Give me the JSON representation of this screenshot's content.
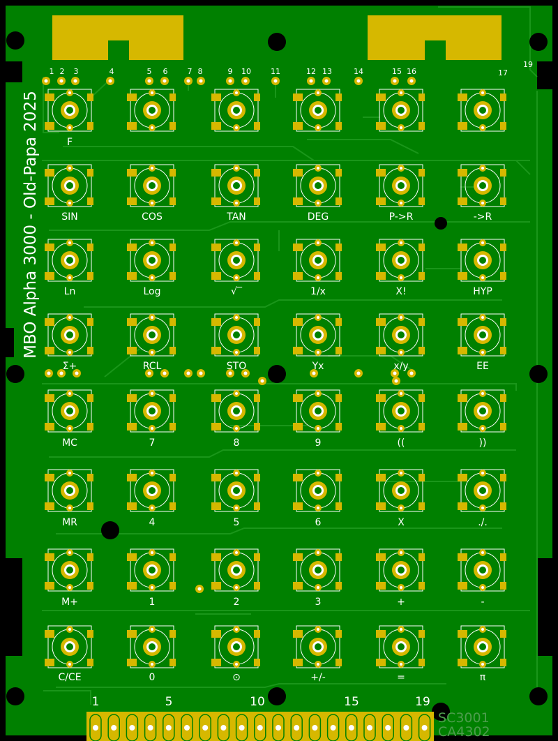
{
  "board": {
    "title": "MBO Alpha 3000 - Old-Papa 2025",
    "codes": [
      "SC3001",
      "CA4302"
    ],
    "colors": {
      "substrate": "#008000",
      "copper": "#d6b800",
      "trace": "#1a961a",
      "silk": "#ffffff",
      "cutout": "#000000"
    }
  },
  "pin_numbers": [
    "1",
    "2",
    "3",
    "4",
    "5",
    "6",
    "7",
    "8",
    "9",
    "10",
    "11",
    "12",
    "13",
    "14",
    "15",
    "16",
    "17",
    "19"
  ],
  "keys": [
    "F",
    "",
    "",
    "",
    "",
    "",
    "SIN",
    "COS",
    "TAN",
    "DEG",
    "P->R",
    "->R",
    "Ln",
    "Log",
    "√‾",
    "1/x",
    "X!",
    "HYP",
    "Σ+",
    "RCL",
    "STO",
    "Yx",
    "x/y",
    "EE",
    "MC",
    "7",
    "8",
    "9",
    "((",
    "))",
    "MR",
    "4",
    "5",
    "6",
    "X",
    "./.",
    "M+",
    "1",
    "2",
    "3",
    "+",
    "-",
    "C/CE",
    "0",
    "⊙",
    "+/-",
    "=",
    "π"
  ],
  "connector": {
    "pin_count": 19,
    "labels": [
      "1",
      "5",
      "10",
      "15",
      "19"
    ]
  }
}
